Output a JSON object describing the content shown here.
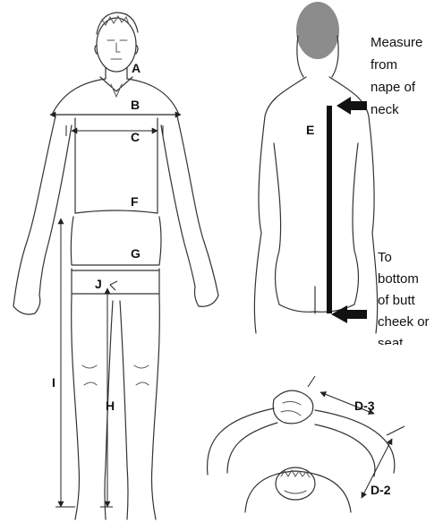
{
  "front_figure": {
    "labels": {
      "a": "A",
      "b": "B",
      "c": "C",
      "f": "F",
      "g": "G",
      "j": "J",
      "i": "I",
      "h": "H"
    }
  },
  "back_figure": {
    "label_e": "E",
    "note_top": [
      "Measure",
      "from",
      "nape of",
      "neck"
    ],
    "note_bottom": [
      "To",
      "bottom",
      "of butt",
      "cheek or",
      "seat"
    ]
  },
  "arms_figure": {
    "label_d3": "D-3",
    "label_d2": "D-2"
  },
  "icons": [
    "arrow-right-icon"
  ],
  "colors": {
    "ink": "#111111",
    "hair": "#8c8c8c"
  }
}
